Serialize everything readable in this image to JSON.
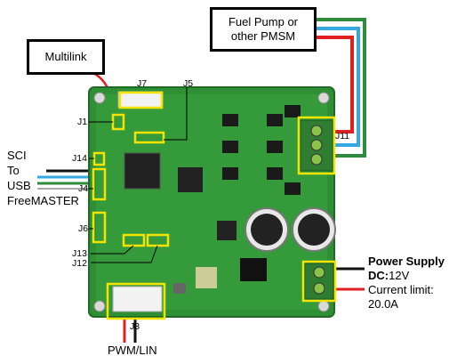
{
  "callouts": {
    "multilink": "Multilink",
    "fuel_pump_line1": "Fuel Pump or",
    "fuel_pump_line2": "other PMSM"
  },
  "connectors": {
    "j1": "J1",
    "j3": "J3",
    "j4": "J4",
    "j5": "J5",
    "j6": "J6",
    "j7": "J7",
    "j11": "J11",
    "j12": "J12",
    "j13": "J13",
    "j14": "J14"
  },
  "sci": {
    "line1": "SCI",
    "line2": "To",
    "line3": "USB",
    "line4": "FreeMASTER"
  },
  "power": {
    "title": "Power Supply",
    "dc_label": "DC:",
    "dc_value": "12V",
    "limit_label": "Current limit:",
    "limit_value": "20.0A"
  },
  "bottom_label": "PWM/LIN",
  "colors": {
    "pcb": "#2f8f35",
    "pcb_dark": "#1f6b25",
    "highlight": "#f5e400",
    "wire_red": "#e02020",
    "wire_blue": "#34a8e0",
    "wire_green": "#2e8b3e",
    "wire_black": "#111111"
  }
}
